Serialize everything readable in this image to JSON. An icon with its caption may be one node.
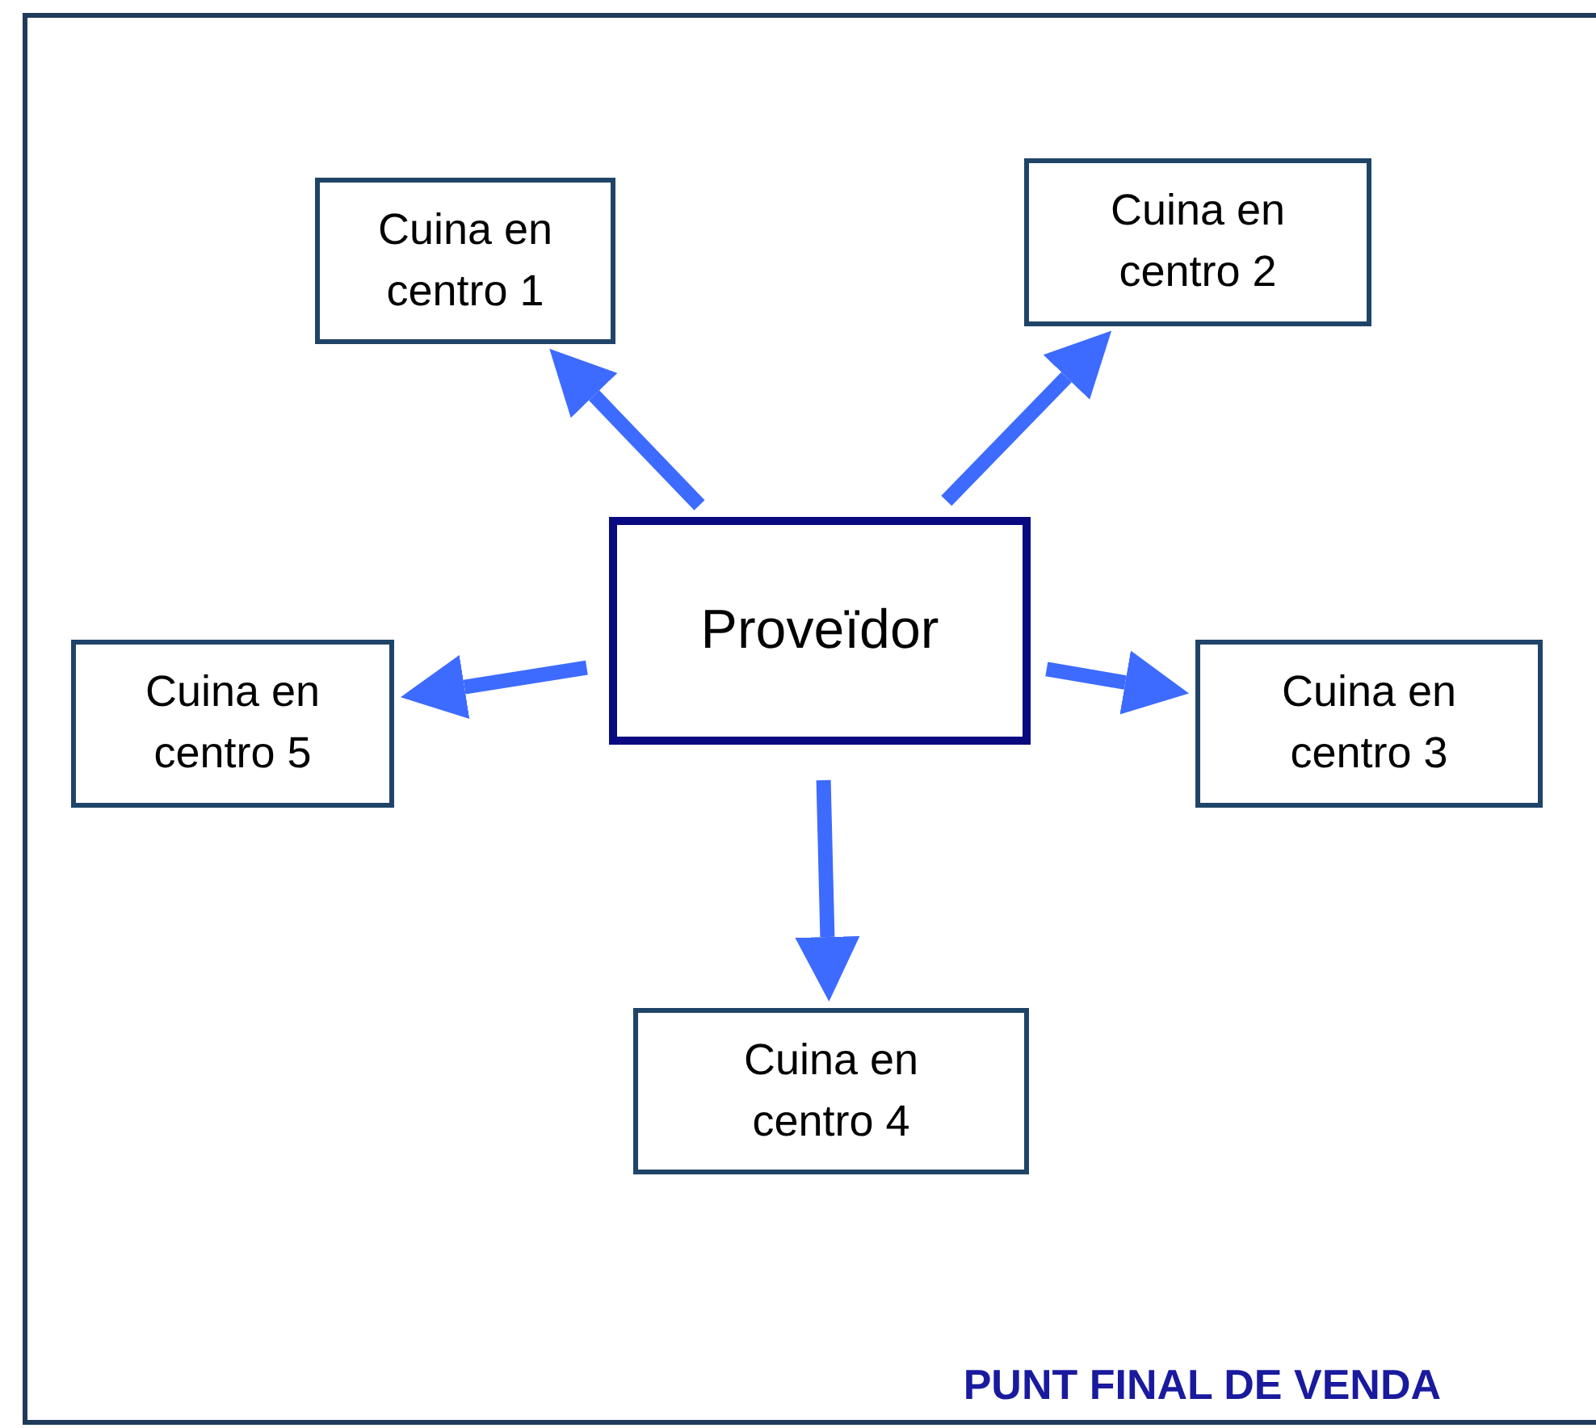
{
  "diagram": {
    "nodes": [
      {
        "text": [
          "PUNT FINAL DE VENDA"
        ]
      },
      {
        "text": [
          "Proveïdor"
        ],
        "in": 0
      },
      {
        "text": [
          "Cuina en centro 1"
        ],
        "in": 0
      },
      {
        "text": [
          "Cuina en centro 2"
        ],
        "in": 0
      },
      {
        "text": [
          "Cuina en centro 3"
        ],
        "in": 0
      },
      {
        "text": [
          "Cuina en centro 4"
        ],
        "in": 0
      },
      {
        "text": [
          "Cuina en centro 5"
        ],
        "in": 0
      }
    ],
    "edges": [
      {
        "from": 1,
        "to": 2,
        "arrow": "to"
      },
      {
        "from": 1,
        "to": 3,
        "arrow": "to"
      },
      {
        "from": 1,
        "to": 4,
        "arrow": "to"
      },
      {
        "from": 1,
        "to": 5,
        "arrow": "to"
      },
      {
        "from": 1,
        "to": 6,
        "arrow": "to"
      }
    ]
  }
}
